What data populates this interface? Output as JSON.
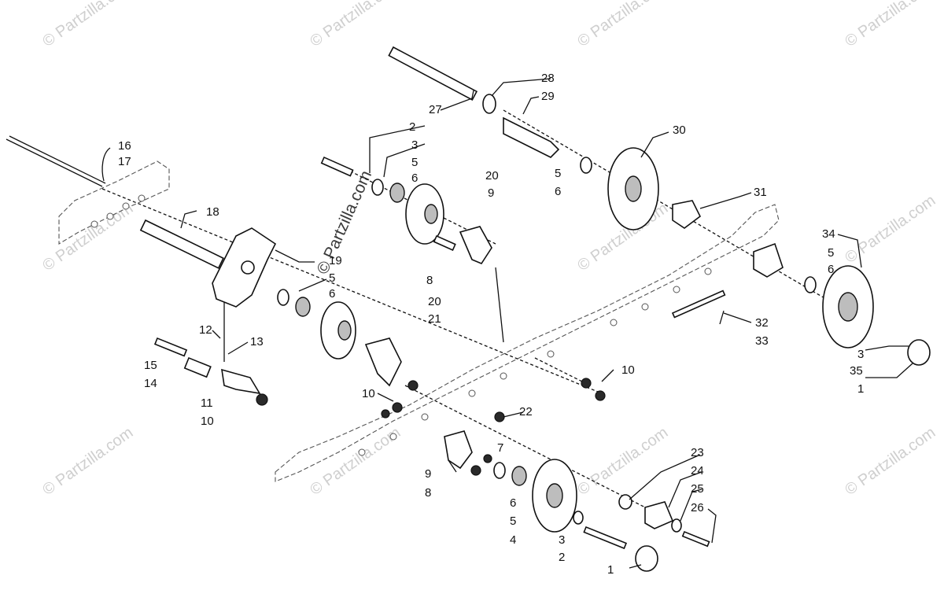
{
  "watermark": {
    "text": "© Partzilla.com",
    "center_text": "© Partzilla.com"
  },
  "callouts": [
    "1",
    "1",
    "2",
    "2",
    "3",
    "3",
    "4",
    "5",
    "5",
    "5",
    "5",
    "6",
    "6",
    "6",
    "6",
    "7",
    "8",
    "8",
    "9",
    "9",
    "10",
    "10",
    "10",
    "10",
    "11",
    "12",
    "13",
    "14",
    "15",
    "16",
    "17",
    "18",
    "19",
    "20",
    "20",
    "21",
    "22",
    "23",
    "24",
    "25",
    "26",
    "27",
    "28",
    "29",
    "30",
    "31",
    "32",
    "33",
    "34",
    "35"
  ],
  "colors": {
    "line": "#111111",
    "watermark": "#cfcfcf",
    "shade": "#bdbdbd"
  }
}
